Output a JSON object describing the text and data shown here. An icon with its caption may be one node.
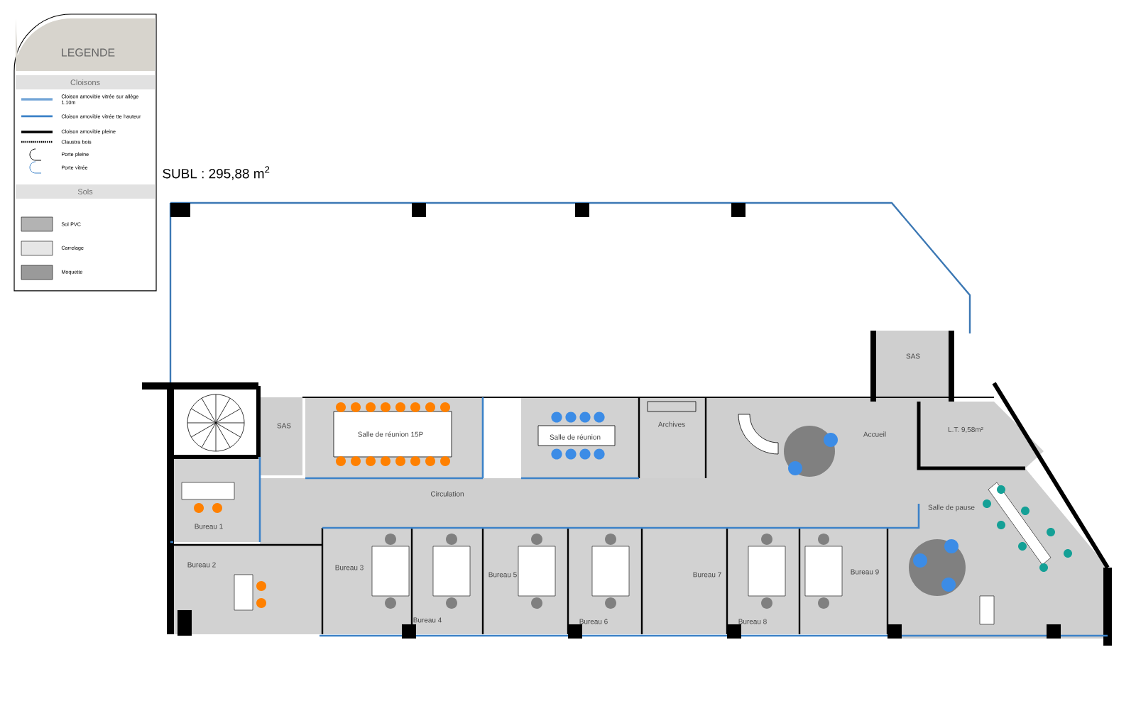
{
  "diagram": {
    "nodes": [
      {
        "text": [
          "SAS"
        ]
      },
      {
        "text": [
          "SAS"
        ]
      },
      {
        "text": [
          "Salle de réunion 15P"
        ]
      },
      {
        "text": [
          "Salle de réunion"
        ]
      },
      {
        "text": [
          "Archives"
        ]
      },
      {
        "text": [
          "Accueil"
        ]
      },
      {
        "text": [
          "L.T. 9,58m²"
        ]
      },
      {
        "text": [
          "Bureau 1"
        ]
      },
      {
        "text": [
          "Circulation"
        ]
      },
      {
        "text": [
          "Salle de pause"
        ]
      },
      {
        "text": [
          "Bureau 2"
        ]
      },
      {
        "text": [
          "Bureau 3"
        ]
      },
      {
        "text": [
          "Bureau 4"
        ]
      },
      {
        "text": [
          "Bureau 5"
        ]
      },
      {
        "text": [
          "Bureau 6"
        ]
      },
      {
        "text": [
          "Bureau 7"
        ]
      },
      {
        "text": [
          "Bureau 8"
        ]
      },
      {
        "text": [
          "Bureau 9"
        ]
      }
    ],
    "labels": [
      "LEGENDE",
      "Cloisons",
      "Sols",
      "SUBL : 295,88 m$^{2}$"
    ],
    "legend": [
      {
        "text": "Cloison amovible vitrée sur allège 1.10m"
      },
      {
        "text": "Cloison amovible vitrée tte hauteur"
      },
      {
        "text": "Cloison amovible pleine"
      },
      {
        "text": "Claustra bois"
      },
      {
        "text": "Porte pleine"
      },
      {
        "text": "Porte vitrée"
      },
      {
        "text": "Sol PVC",
        "color": "#b3b3b3"
      },
      {
        "text": "Carrelage",
        "color": "#e6e6e6"
      },
      {
        "text": "Moquette",
        "color": "#9a9a9a"
      }
    ]
  }
}
